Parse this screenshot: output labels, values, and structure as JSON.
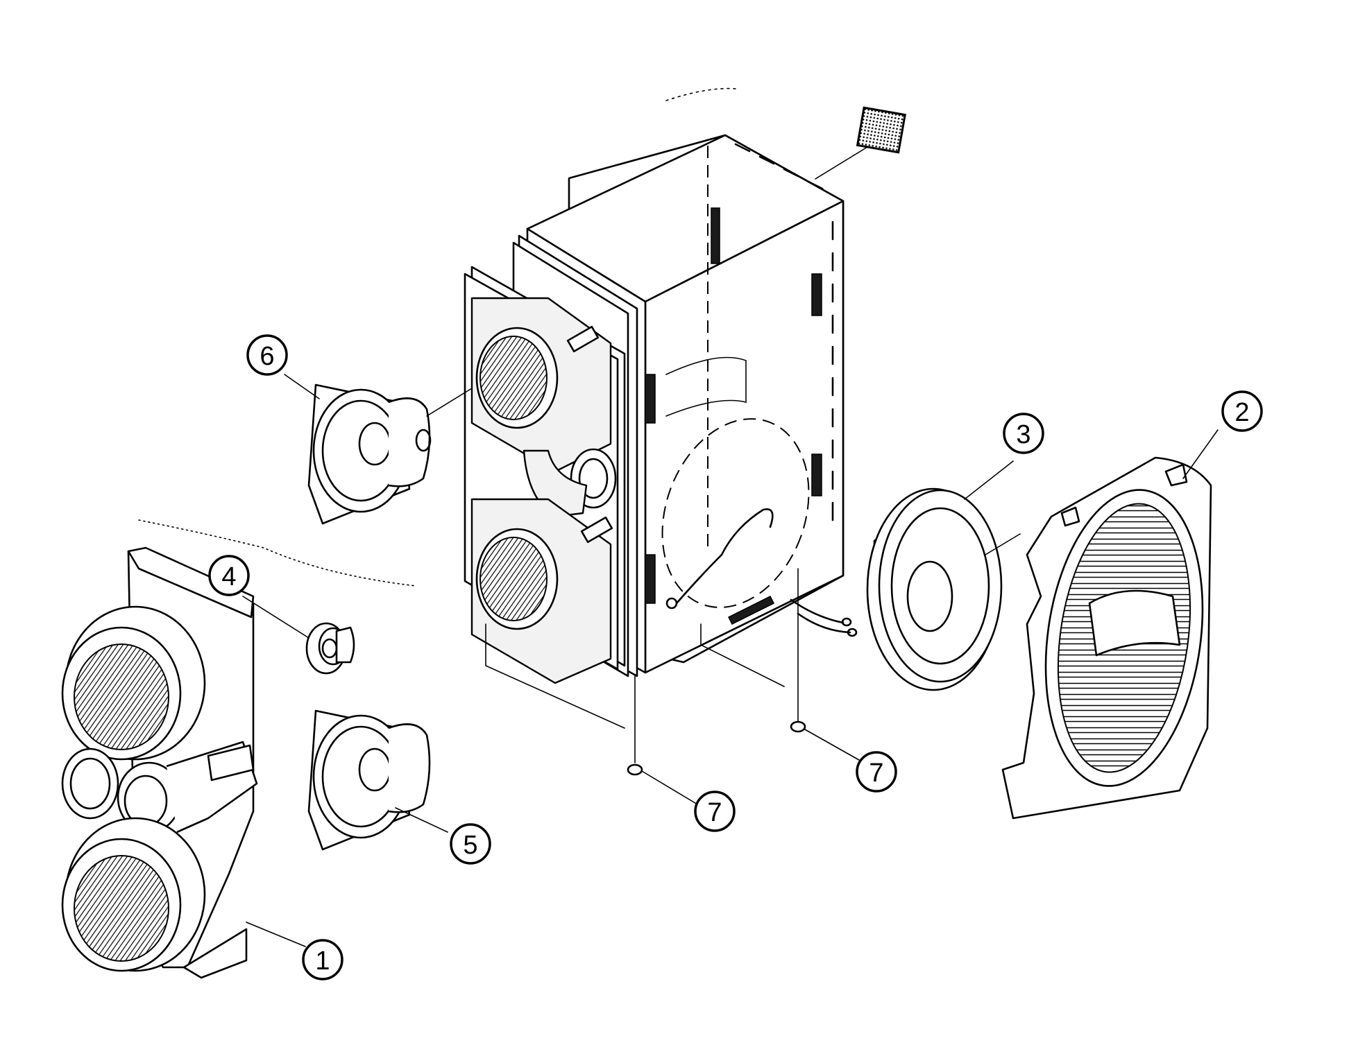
{
  "callouts": [
    {
      "label": "1",
      "part": "front-panel"
    },
    {
      "label": "2",
      "part": "grille-cover"
    },
    {
      "label": "3",
      "part": "woofer"
    },
    {
      "label": "4",
      "part": "tweeter"
    },
    {
      "label": "5",
      "part": "midrange-speaker-lower"
    },
    {
      "label": "6",
      "part": "midrange-speaker-upper"
    },
    {
      "label": "7",
      "part": "foot-front"
    },
    {
      "label": "7",
      "part": "foot-rear"
    }
  ],
  "colors": {
    "line": "#000000",
    "background": "#ffffff"
  }
}
